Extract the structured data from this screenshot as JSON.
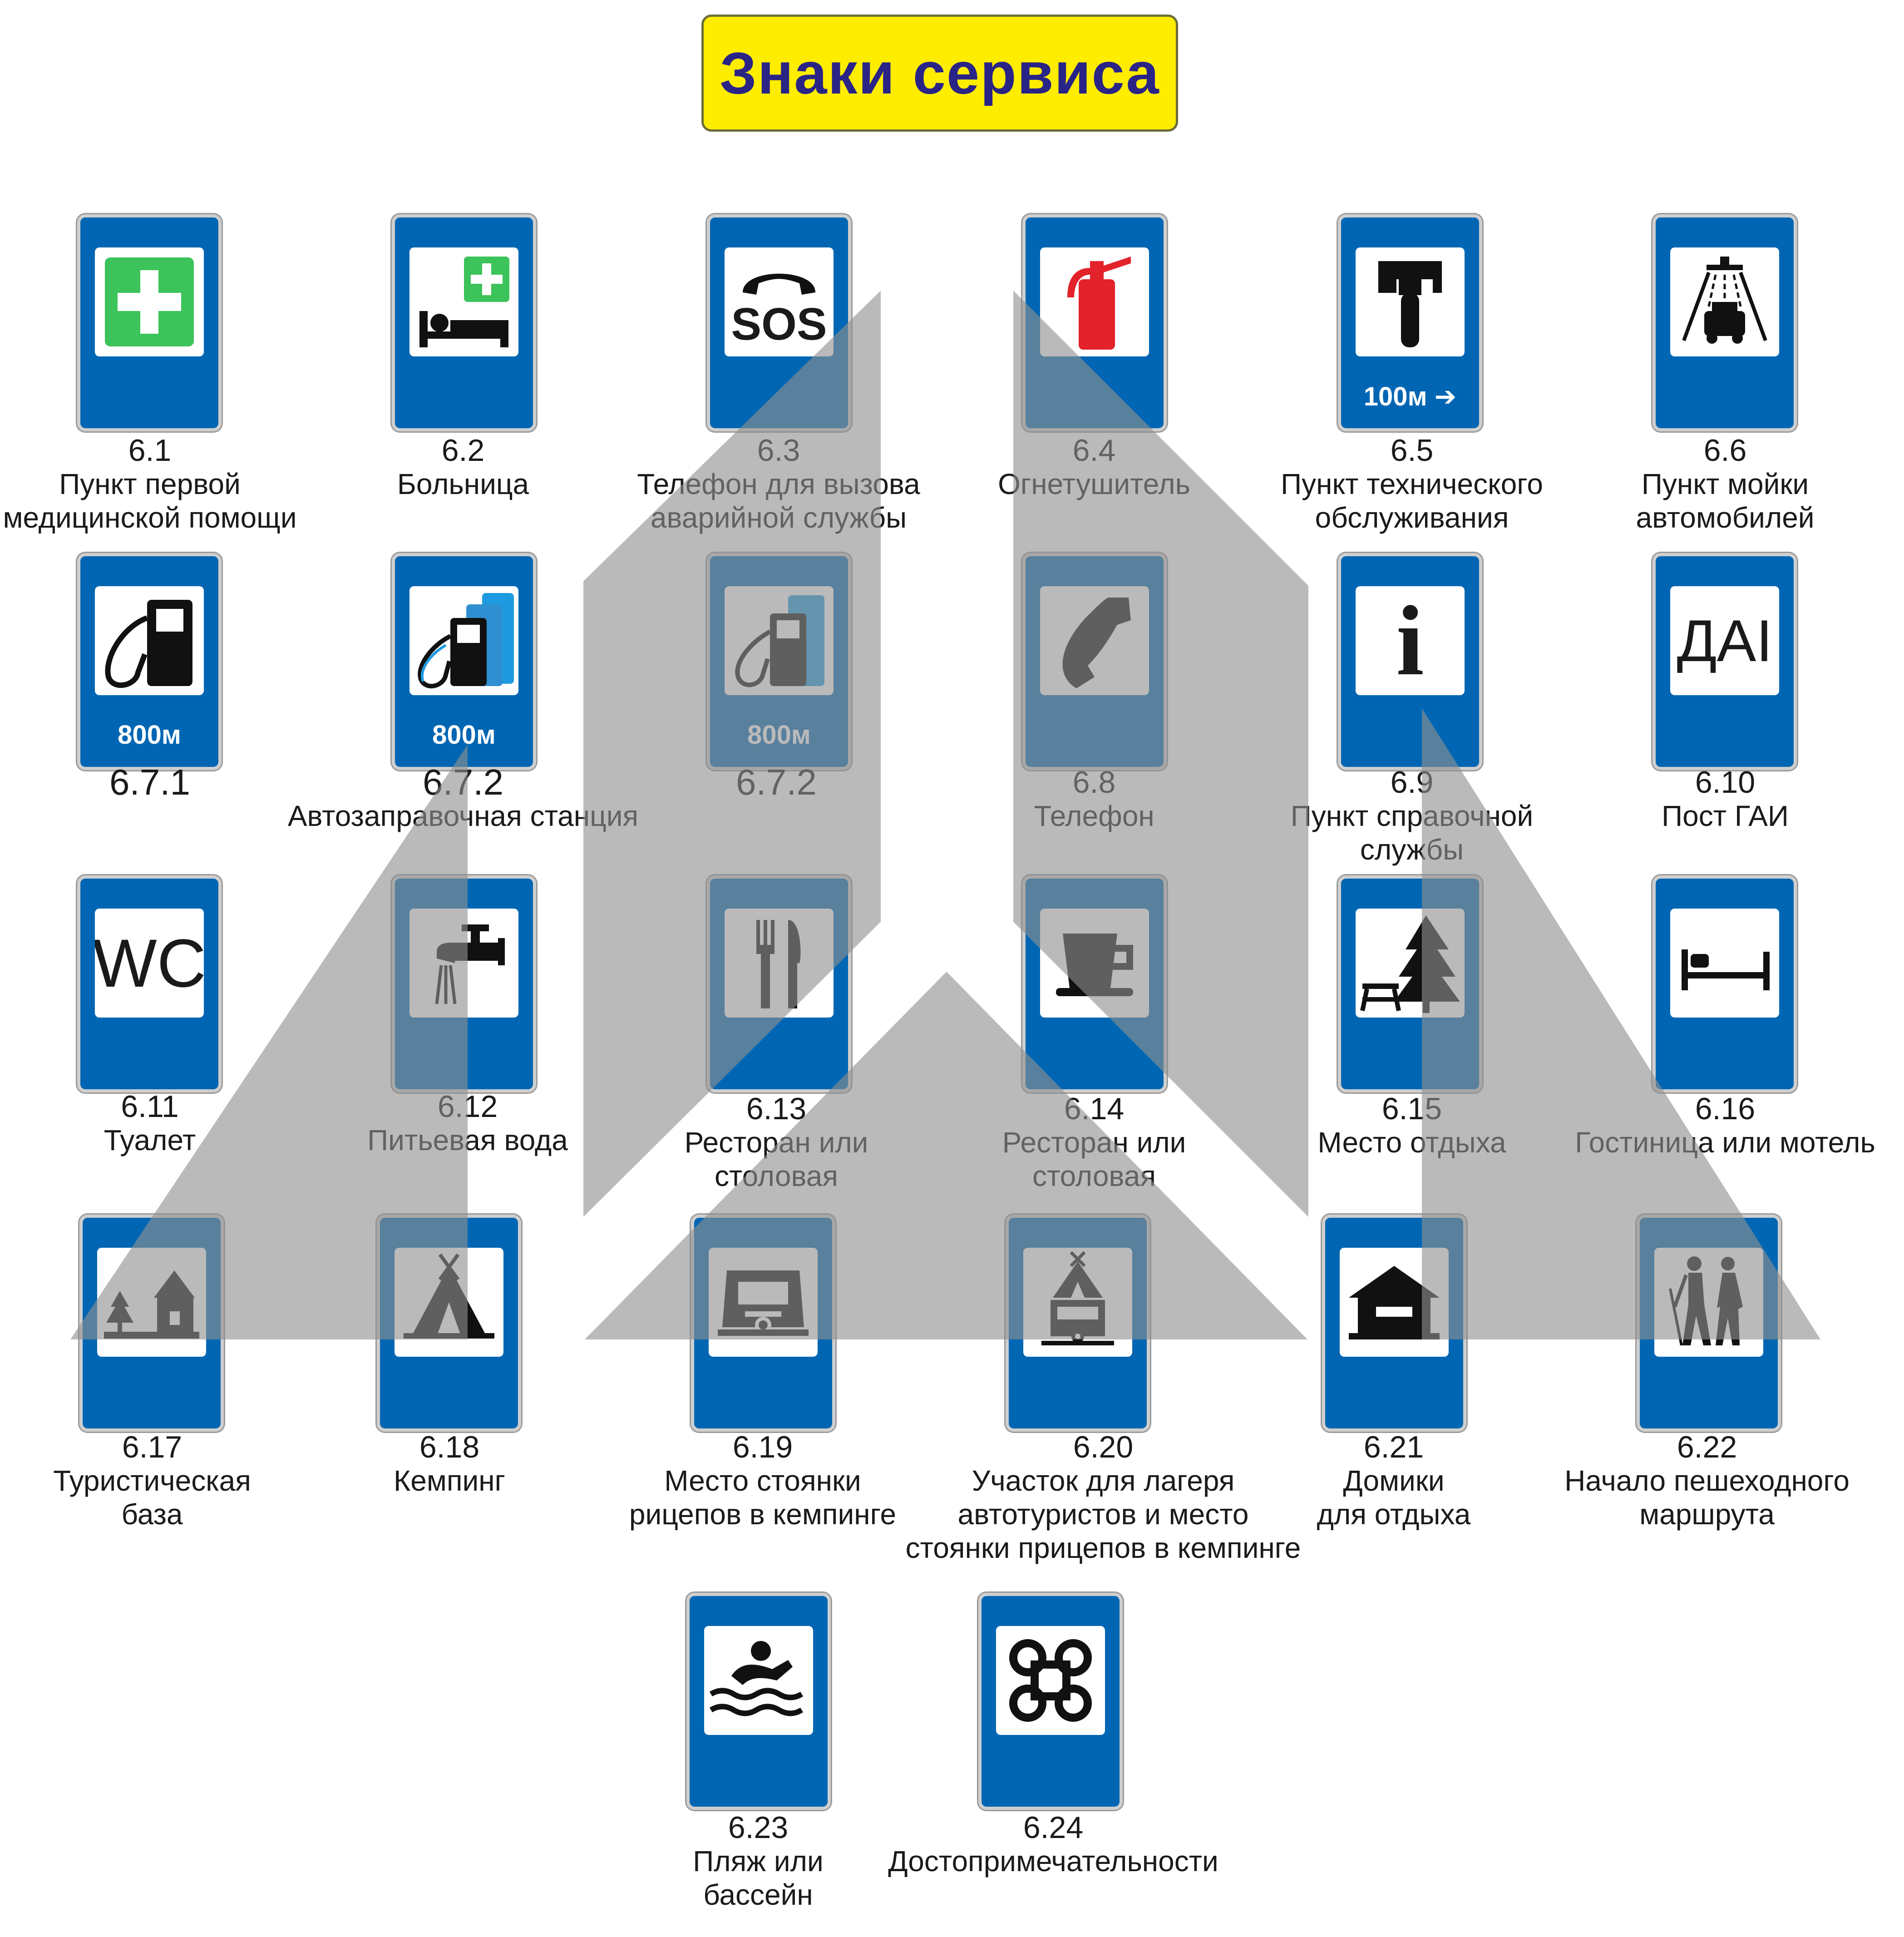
{
  "title": "Знаки сервиса",
  "colors": {
    "sign_blue": "#0066B3",
    "title_bg": "#FFED00",
    "title_text": "#2a2486",
    "first_aid_green": "#3CC35A",
    "fire_red": "#E3222B"
  },
  "signs": [
    {
      "number": "6.1",
      "label": [
        "Пункт первой",
        "медицинской помощи"
      ],
      "icon": "first-aid-cross-icon"
    },
    {
      "number": "6.2",
      "label": [
        "Больница"
      ],
      "icon": "hospital-bed-icon"
    },
    {
      "number": "6.3",
      "label": [
        "Телефон для вызова",
        "аварийной службы"
      ],
      "icon": "sos-phone-icon",
      "panel_text": "SOS"
    },
    {
      "number": "6.4",
      "label": [
        "Огнетушитель"
      ],
      "icon": "fire-extinguisher-icon"
    },
    {
      "number": "6.5",
      "label": [
        "Пункт технического",
        "обслуживания"
      ],
      "icon": "wrench-icon",
      "distance": "100м ➔"
    },
    {
      "number": "6.6",
      "label": [
        "Пункт мойки",
        "автомобилей"
      ],
      "icon": "car-wash-icon"
    },
    {
      "number": "6.7.1",
      "label": [],
      "icon": "fuel-pump-icon",
      "distance": "800м"
    },
    {
      "number": "6.7.2",
      "label": [
        "Автозаправочная станция"
      ],
      "icon": "fuel-pump-gas-icon",
      "distance": "800м"
    },
    {
      "number": "6.7.2",
      "label": [],
      "icon": "fuel-pump-gas-icon",
      "distance": "800м"
    },
    {
      "number": "6.8",
      "label": [
        "Телефон"
      ],
      "icon": "telephone-icon"
    },
    {
      "number": "6.9",
      "label": [
        "Пункт справочной",
        "службы"
      ],
      "icon": "info-icon",
      "panel_text": "i"
    },
    {
      "number": "6.10",
      "label": [
        "Пост ГАИ"
      ],
      "icon": "dai-text-icon",
      "panel_text": "ДАІ"
    },
    {
      "number": "6.11",
      "label": [
        "Туалет"
      ],
      "icon": "wc-text-icon",
      "panel_text": "WC"
    },
    {
      "number": "6.12",
      "label": [
        "Питьевая вода"
      ],
      "icon": "water-tap-icon"
    },
    {
      "number": "6.13",
      "label": [
        "Ресторан или",
        "столовая"
      ],
      "icon": "fork-knife-icon"
    },
    {
      "number": "6.14",
      "label": [
        "Ресторан или",
        "столовая"
      ],
      "icon": "coffee-cup-icon"
    },
    {
      "number": "6.15",
      "label": [
        "Место отдыха"
      ],
      "icon": "picnic-tree-icon"
    },
    {
      "number": "6.16",
      "label": [
        "Гостиница или мотель"
      ],
      "icon": "bed-icon"
    },
    {
      "number": "6.17",
      "label": [
        "Туристическая",
        "база"
      ],
      "icon": "tourist-house-icon"
    },
    {
      "number": "6.18",
      "label": [
        "Кемпинг"
      ],
      "icon": "tent-icon"
    },
    {
      "number": "6.19",
      "label": [
        "Место стоянки",
        "рицепов в кемпинге"
      ],
      "icon": "caravan-icon"
    },
    {
      "number": "6.20",
      "label": [
        "Участок для лагеря",
        "автотуристов и место",
        "стоянки прицепов в кемпинге"
      ],
      "icon": "tent-caravan-icon"
    },
    {
      "number": "6.21",
      "label": [
        "Домики",
        "для отдыха"
      ],
      "icon": "cabin-icon"
    },
    {
      "number": "6.22",
      "label": [
        "Начало пешеходного",
        "маршрута"
      ],
      "icon": "hikers-icon"
    },
    {
      "number": "6.23",
      "label": [
        "Пляж или",
        "бассейн"
      ],
      "icon": "swimmer-icon"
    },
    {
      "number": "6.24",
      "label": [
        "Достопримечательности"
      ],
      "icon": "landmark-icon"
    }
  ]
}
